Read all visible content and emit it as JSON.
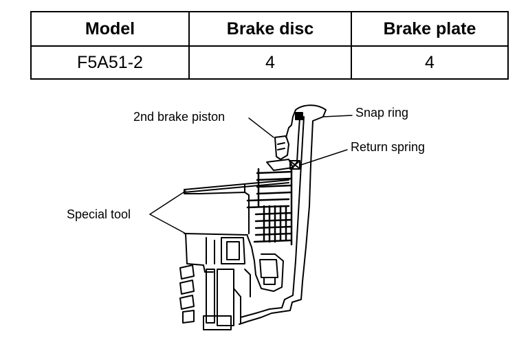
{
  "table": {
    "headers": [
      "Model",
      "Brake disc",
      "Brake plate"
    ],
    "rows": [
      [
        "F5A51-2",
        "4",
        "4"
      ]
    ]
  },
  "diagram": {
    "labels": {
      "piston": "2nd brake piston",
      "snap_ring": "Snap ring",
      "return_spring": "Return spring",
      "special_tool": "Special tool"
    }
  }
}
